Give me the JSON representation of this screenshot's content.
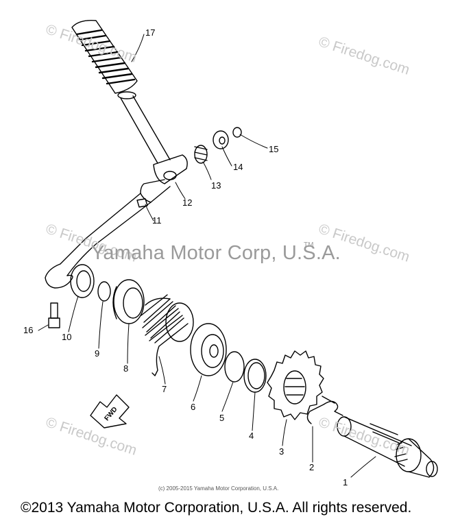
{
  "watermarks": {
    "firedog": "© Firedog.com",
    "center": "Yamaha Motor Corp, U.S.A.",
    "trademark": "TM"
  },
  "small_copyright": "(c) 2005-2015 Yamaha Motor Corporation, U.S.A.",
  "footer": "©2013 Yamaha Motor Corporation, U.S.A. All rights reserved.",
  "arrow_label": "FWD",
  "part_callouts": [
    "1",
    "2",
    "3",
    "4",
    "5",
    "6",
    "7",
    "8",
    "9",
    "10",
    "11",
    "12",
    "13",
    "14",
    "15",
    "16",
    "17"
  ]
}
